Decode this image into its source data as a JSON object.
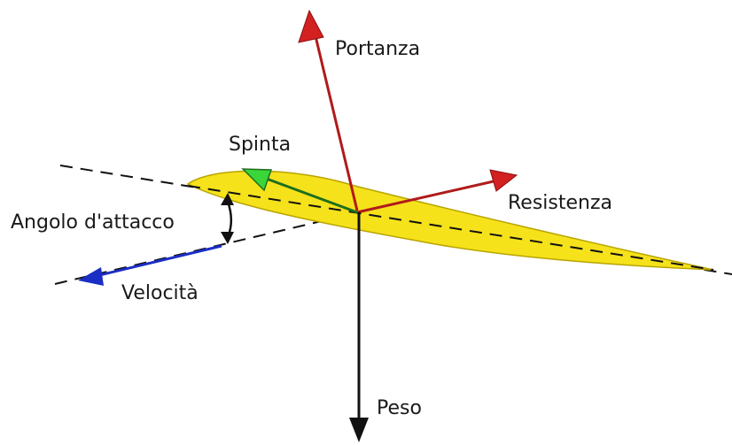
{
  "labels": {
    "lift": "Portanza",
    "thrust": "Spinta",
    "drag": "Resistenza",
    "angle_of_attack": "Angolo d'attacco",
    "velocity": "Velocità",
    "weight": "Peso"
  },
  "colors": {
    "airfoil_fill": "#f5e21b",
    "airfoil_stroke": "#b8a400",
    "lift_arrow": "#c41a1a",
    "drag_arrow": "#c41a1a",
    "thrust_arrow": "#1f7a1f",
    "thrust_head": "#3ad63a",
    "velocity_arrow": "#1a2ec4",
    "weight_arrow": "#111111",
    "dashed_line": "#111111"
  },
  "icons": {
    "lift": "arrow-up-icon",
    "drag": "arrow-right-icon",
    "thrust": "arrow-up-left-icon",
    "velocity": "arrow-left-icon",
    "weight": "arrow-down-icon",
    "angle": "double-arrow-vertical-icon"
  }
}
